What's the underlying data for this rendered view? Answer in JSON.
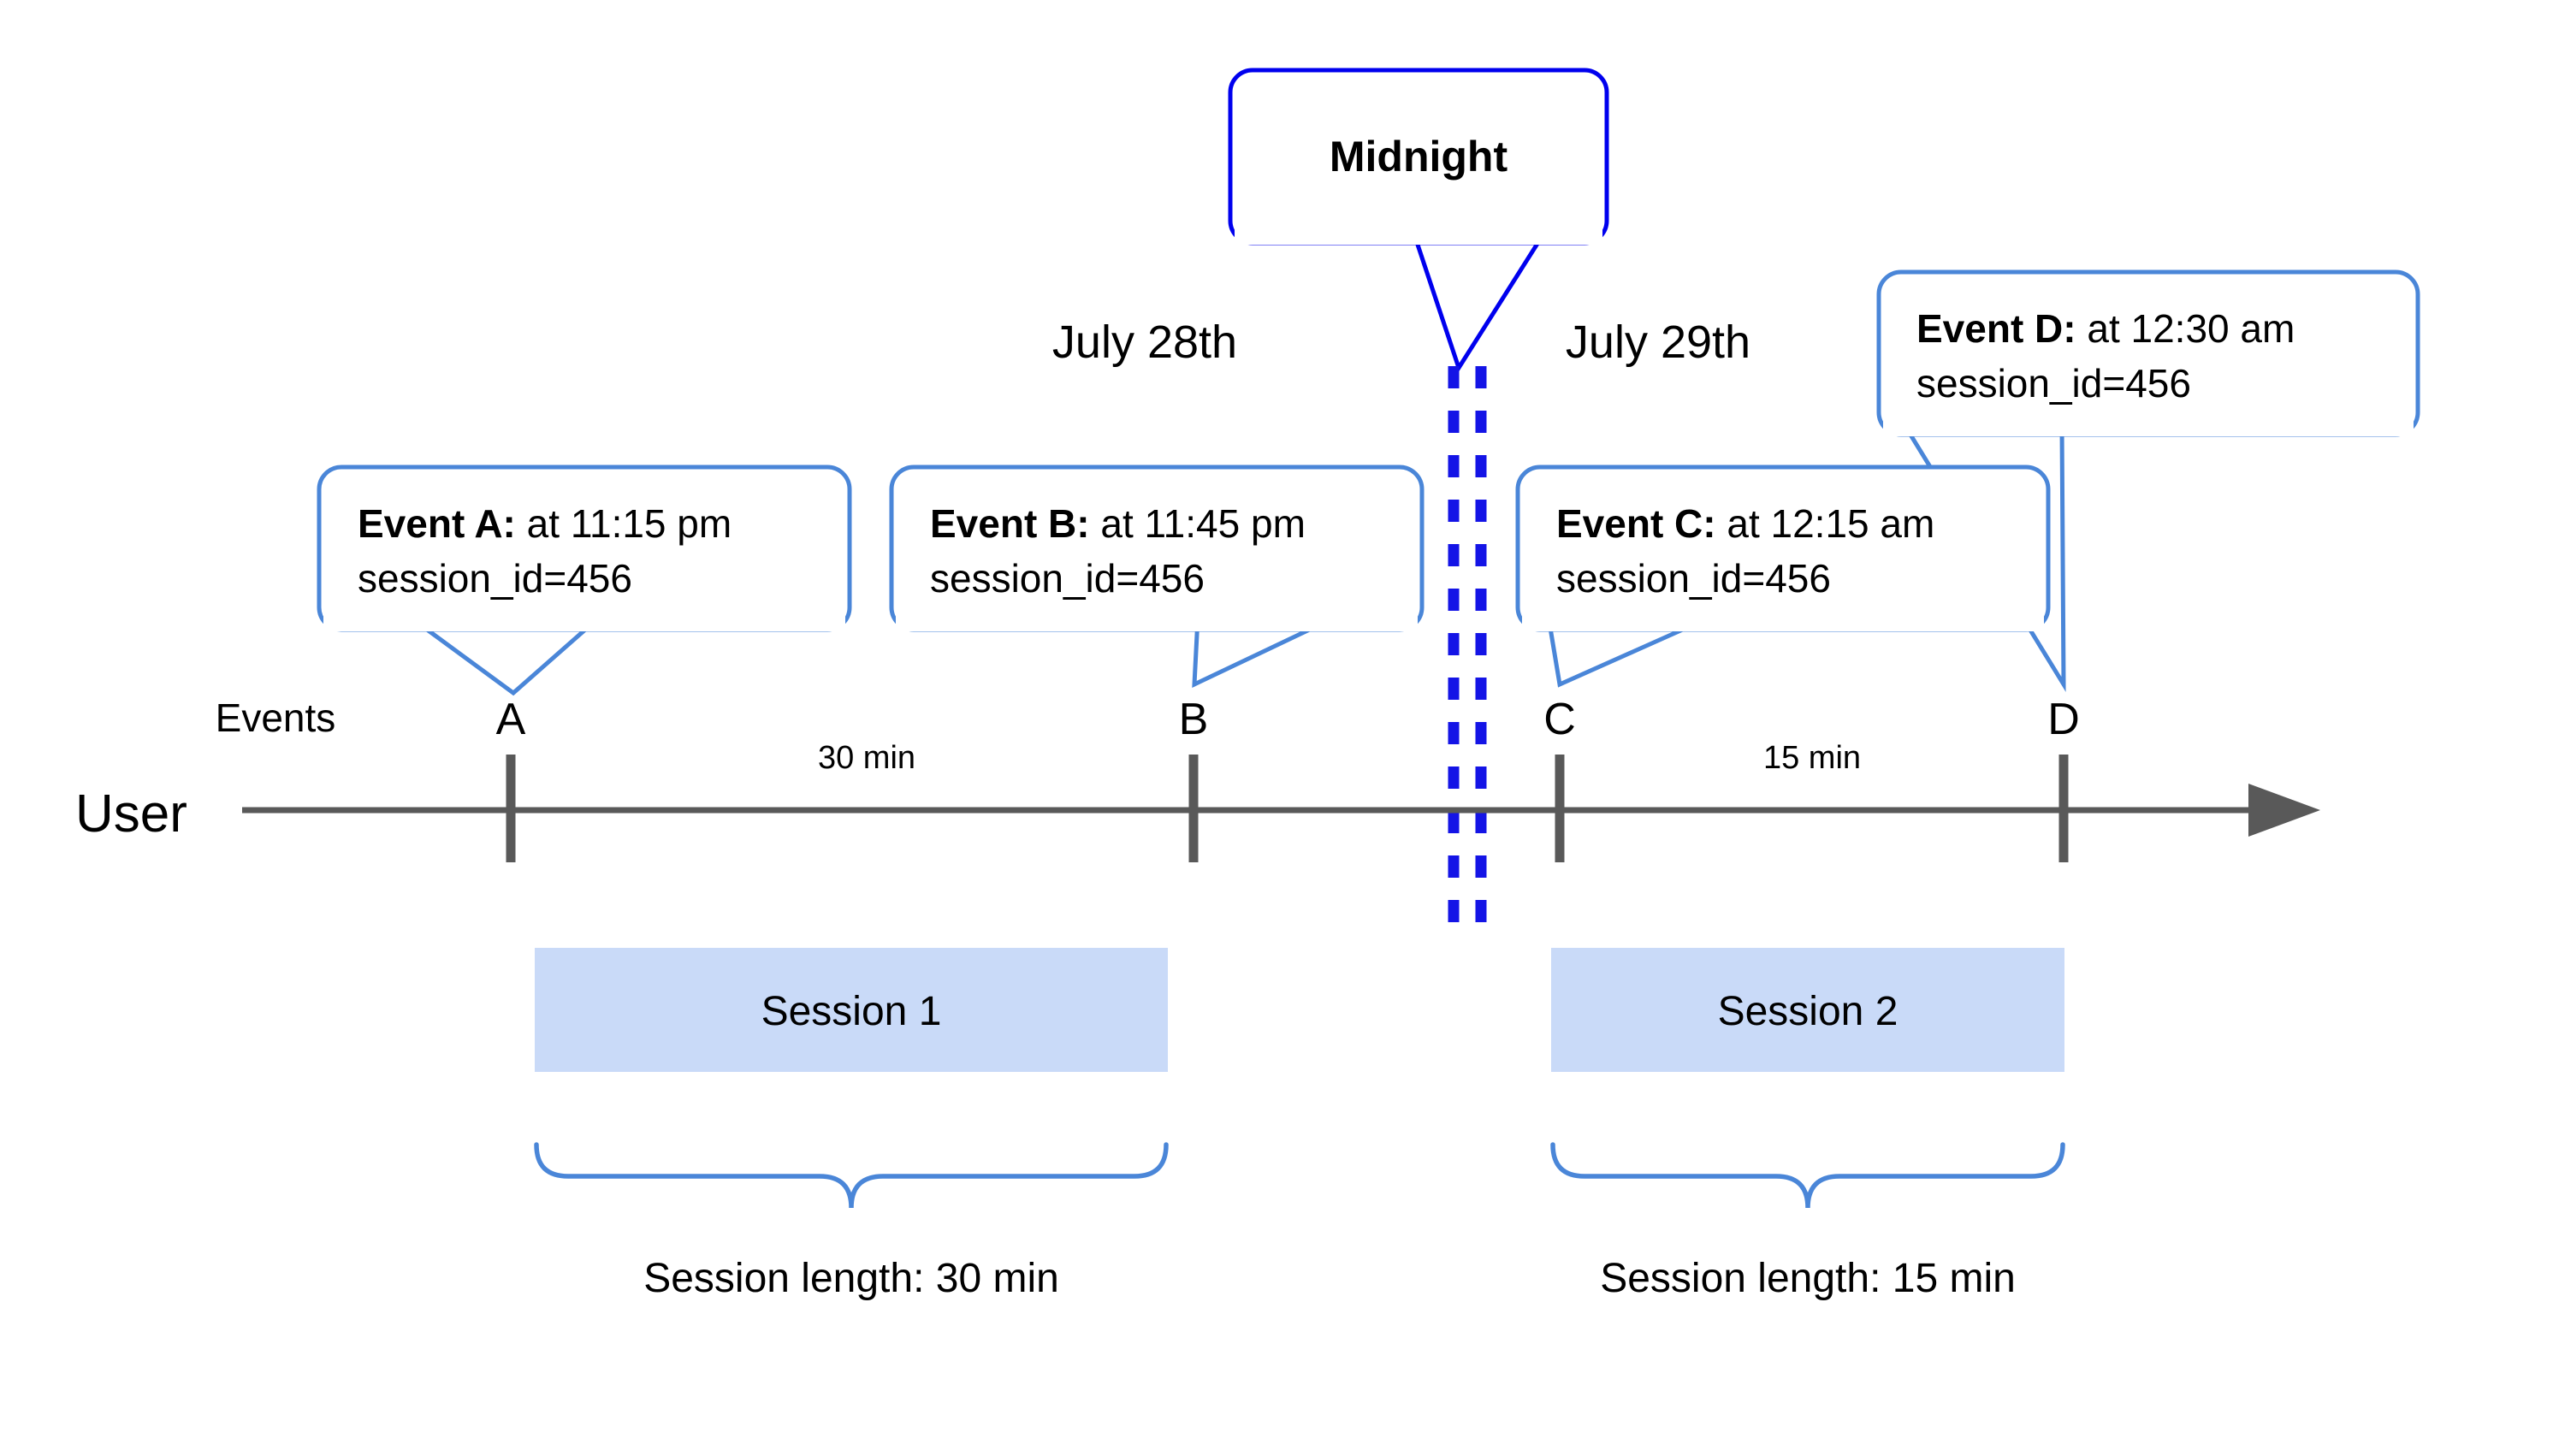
{
  "diagram": {
    "title_callout": {
      "label": "Midnight"
    },
    "dates": [
      {
        "label": "July 28th"
      },
      {
        "label": "July 29th"
      }
    ],
    "row_labels": {
      "events": "Events",
      "user": "User"
    },
    "events": [
      {
        "tick_label": "A",
        "bold": "Event A:",
        "rest": " at 11:15 pm",
        "line2": "session_id=456"
      },
      {
        "tick_label": "B",
        "bold": "Event B:",
        "rest": " at 11:45 pm",
        "line2": "session_id=456"
      },
      {
        "tick_label": "C",
        "bold": "Event C:",
        "rest": " at 12:15 am",
        "line2": "session_id=456"
      },
      {
        "tick_label": "D",
        "bold": "Event D:",
        "rest": " at 12:30 am",
        "line2": "session_id=456"
      }
    ],
    "gaps": [
      {
        "label": "30 min"
      },
      {
        "label": "15 min"
      }
    ],
    "sessions": [
      {
        "name": "Session 1",
        "length_label": "Session length: 30 min"
      },
      {
        "name": "Session 2",
        "length_label": "Session length: 15 min"
      }
    ],
    "colors": {
      "callout_border": "#4a86d8",
      "midnight_border": "#0000ee",
      "midnight_dash": "#1414e6",
      "session_fill": "#c9daf8",
      "axis": "#595959"
    }
  }
}
